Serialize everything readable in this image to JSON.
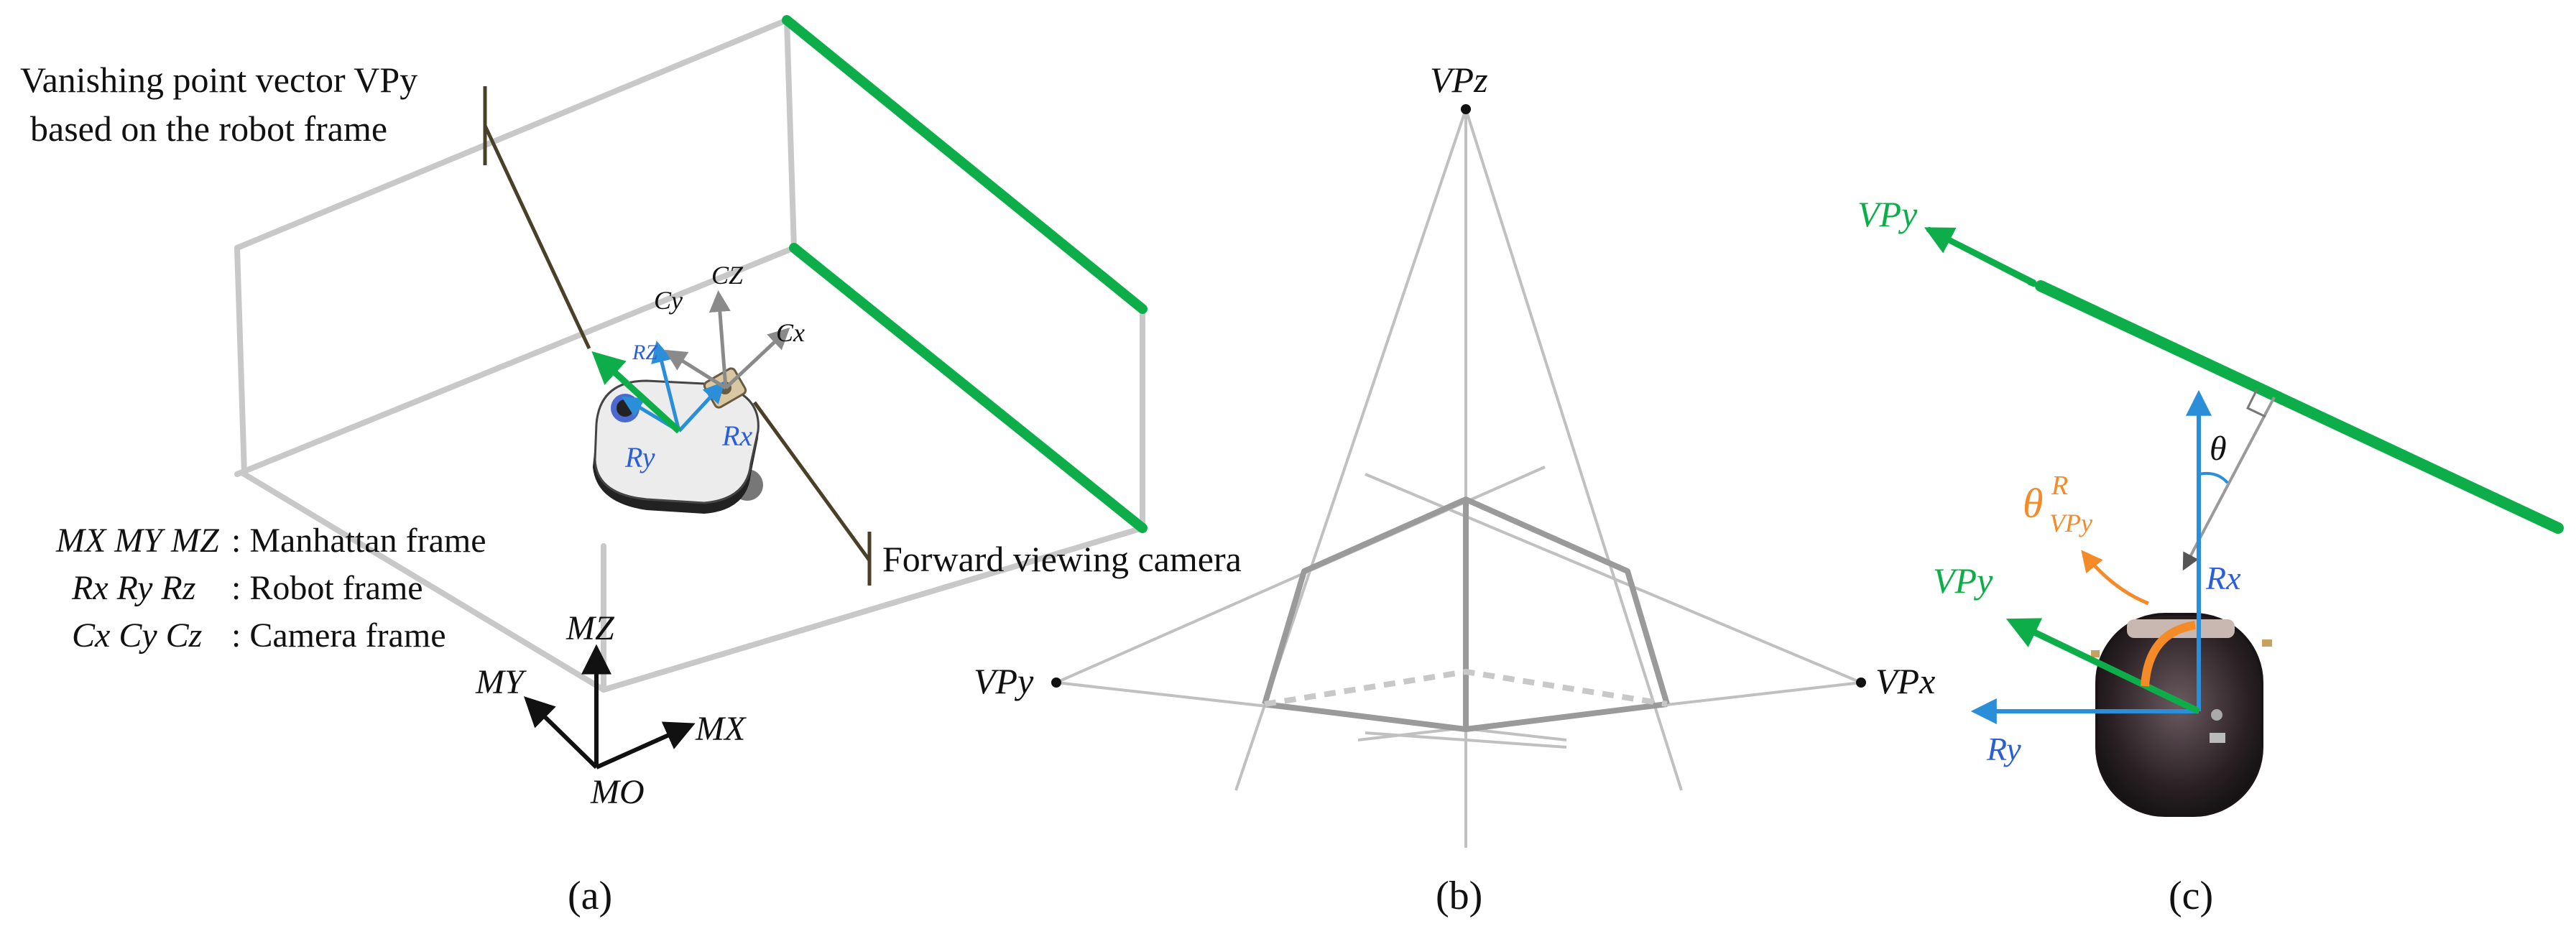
{
  "colors": {
    "green": "#0dae4a",
    "blue": "#2a8fd8",
    "orange": "#f58a29",
    "gray": "#bdbdbd",
    "darkgray": "#8a8a8a",
    "olive": "#4a4028",
    "black": "#111111"
  },
  "panel_a": {
    "caption": "(a)",
    "annotation_vp_line1": "Vanishing point vector VPy",
    "annotation_vp_line2": "based on the robot frame",
    "annotation_camera": "Forward viewing camera",
    "legend": [
      {
        "symbols": "MX MY MZ",
        "desc": ": Manhattan frame"
      },
      {
        "symbols": "Rx Ry Rz",
        "desc": ": Robot frame"
      },
      {
        "symbols": "Cx Cy Cz",
        "desc": ": Camera frame"
      }
    ],
    "axes_manhattan": {
      "x": "MX",
      "y": "MY",
      "z": "MZ",
      "origin": "MO"
    },
    "axes_robot": {
      "x": "Rx",
      "y": "Ry",
      "z": "RZ"
    },
    "axes_camera": {
      "x": "Cx",
      "y": "Cy",
      "z": "CZ"
    },
    "icons": [
      "robot-icon",
      "camera-icon"
    ]
  },
  "panel_b": {
    "caption": "(b)",
    "labels": {
      "vpz": "VPz",
      "vpy": "VPy",
      "vpx": "VPx"
    }
  },
  "panel_c": {
    "caption": "(c)",
    "labels": {
      "vpy_top": "VPy",
      "vpy_mid": "VPy",
      "theta": "θ",
      "theta_vpy": "θ",
      "theta_sup": "R",
      "theta_sub": "VPy",
      "rx": "Rx",
      "ry": "Ry"
    },
    "icons": [
      "robot-vacuum-icon"
    ]
  }
}
